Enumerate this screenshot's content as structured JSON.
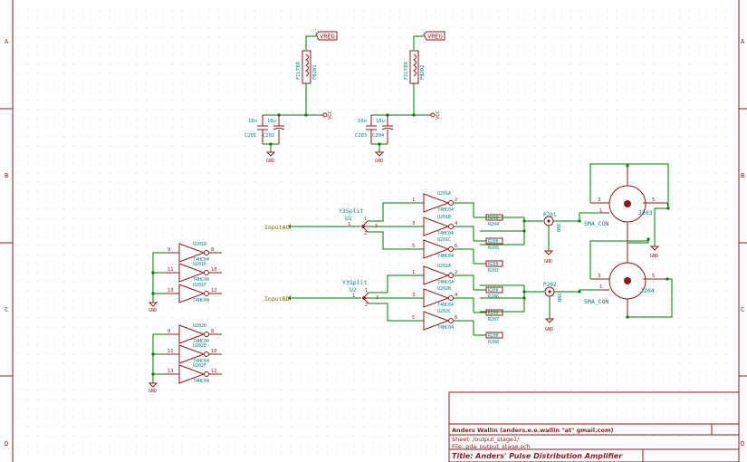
{
  "border": {
    "row_letters": [
      "A",
      "B",
      "C",
      "D"
    ]
  },
  "power": {
    "vreg": "VREG",
    "vcc": "VCC",
    "gnd": "GND",
    "filter_label": "FILTER",
    "fb1_ref": "FB201",
    "fb2_ref": "FB202",
    "cap_left_a": "10n",
    "cap_left_b": "10u",
    "c201": "C201",
    "c202": "C202",
    "cap_right_a": "10n",
    "cap_right_b": "10u",
    "c203": "C203",
    "c204": "C204"
  },
  "upper_channel": {
    "input": "InputAC",
    "split_value": "Y3Split",
    "split_ref": "U1",
    "gates": [
      {
        "ref": "U201A",
        "in_pin": "1",
        "out_pin": "2",
        "part": "74HC04"
      },
      {
        "ref": "U201B",
        "in_pin": "3",
        "out_pin": "4",
        "part": "74HC04"
      },
      {
        "ref": "U201C",
        "in_pin": "5",
        "out_pin": "6",
        "part": "74HC04"
      }
    ],
    "resistors": [
      {
        "value": "R200",
        "ref": "R204"
      },
      {
        "value": "R200",
        "ref": "R205"
      },
      {
        "value": "R200",
        "ref": "R202"
      }
    ],
    "testpoint": "P201",
    "testpoint_label": "BNC",
    "connector": "J203",
    "connector_value": "SMA_CON"
  },
  "lower_channel": {
    "input": "InputBD",
    "split_value": "Y3Split",
    "split_ref": "U2",
    "gates": [
      {
        "ref": "U202A",
        "in_pin": "1",
        "out_pin": "2",
        "part": "74HC04"
      },
      {
        "ref": "U202B",
        "in_pin": "3",
        "out_pin": "4",
        "part": "74HC04"
      },
      {
        "ref": "U202C",
        "in_pin": "5",
        "out_pin": "6",
        "part": "74HC04"
      }
    ],
    "resistors": [
      {
        "value": "R206",
        "ref": "R206"
      },
      {
        "value": "R200",
        "ref": "R207"
      },
      {
        "value": "R200",
        "ref": "R208"
      }
    ],
    "testpoint": "P202",
    "testpoint_label": "BNC",
    "connector": "J204",
    "connector_value": "SMA_CON"
  },
  "unused_gates_top": [
    {
      "ref": "U201D",
      "in_pin": "9",
      "out_pin": "8",
      "part": "74HC04"
    },
    {
      "ref": "U201E",
      "in_pin": "11",
      "out_pin": "10",
      "part": "74HC04"
    },
    {
      "ref": "U201F",
      "in_pin": "13",
      "out_pin": "12",
      "part": "74HC04"
    }
  ],
  "unused_gates_bottom": [
    {
      "ref": "U202D",
      "in_pin": "9",
      "out_pin": "8",
      "part": "74HC04"
    },
    {
      "ref": "U202E",
      "in_pin": "11",
      "out_pin": "10",
      "part": "74HC04"
    },
    {
      "ref": "U202F",
      "in_pin": "13",
      "out_pin": "12",
      "part": "74HC04"
    }
  ],
  "pins": {
    "split_in": "1",
    "split_3": "3",
    "split_2": "2",
    "sma_3": "3",
    "sma_1": "1",
    "sma_5": "5"
  },
  "title_block": {
    "author": "Anders Wallin (anders.e.e.wallin \"at\" gmail.com)",
    "sheet": "Sheet: /output_stage1/",
    "file": "File: pda_output_stage.sch",
    "title": "Title: Anders' Pulse Distribution Amplifier"
  }
}
